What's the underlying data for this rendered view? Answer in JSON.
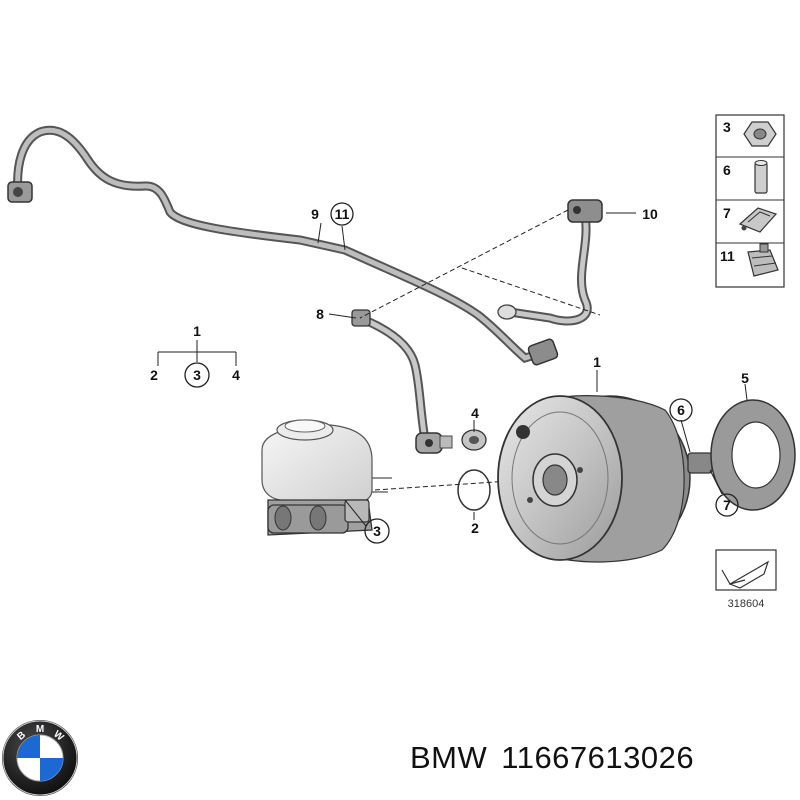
{
  "callouts": {
    "c1_main": "1",
    "c1_legend": "1",
    "c2_legend": "2",
    "c3_legend": "3",
    "c4_legend": "4",
    "c2_oring": "2",
    "c3_cyl": "3",
    "c4_grommet": "4",
    "c5": "5",
    "c6": "6",
    "c7": "7",
    "c8": "8",
    "c9": "9",
    "c10": "10",
    "c11": "11"
  },
  "side_panel": {
    "items": [
      {
        "num": "3",
        "icon": "nut-icon"
      },
      {
        "num": "6",
        "icon": "pin-icon"
      },
      {
        "num": "7",
        "icon": "spring-clip-icon"
      },
      {
        "num": "11",
        "icon": "hose-clamp-icon"
      }
    ]
  },
  "figure_number": "318604",
  "caption": {
    "brand": "BMW",
    "part_number": "11667613026"
  },
  "logo": {
    "letters": "BMW",
    "colors": {
      "blue": "#1c69d4",
      "ring": "#111111"
    }
  }
}
